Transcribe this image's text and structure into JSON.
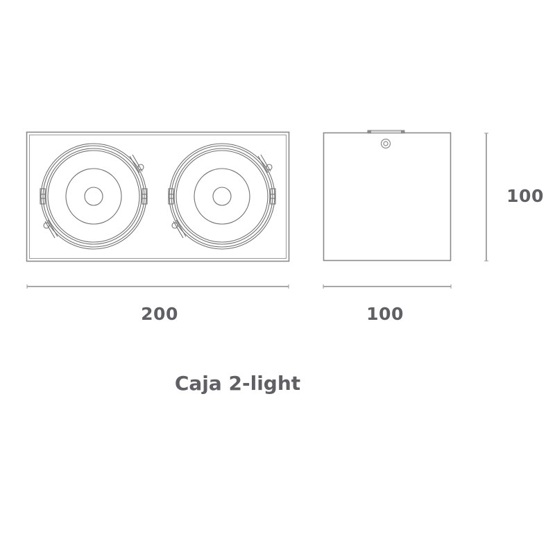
{
  "product": {
    "title": "Caja 2-light"
  },
  "dimensions": {
    "front_width": "200",
    "side_width": "100",
    "height": "100"
  },
  "views": {
    "front": {
      "description": "Front view with two round lamp heads",
      "lamp_count": 2
    },
    "side": {
      "description": "Side view, square box with top mount bracket and screw"
    }
  },
  "colors": {
    "line": "#8a8a8a",
    "text": "#5f5f66",
    "background": "#ffffff"
  }
}
